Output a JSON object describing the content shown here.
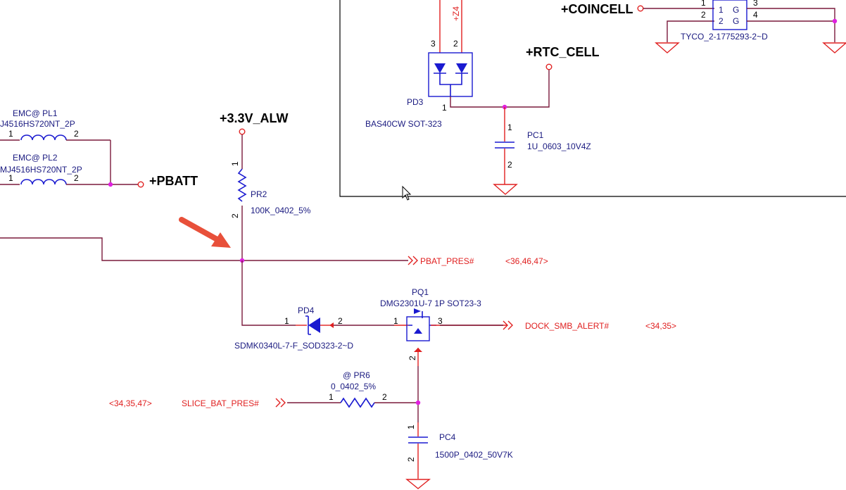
{
  "nets": {
    "v33_alw": "+3.3V_ALW",
    "pbatt": "+PBATT",
    "rtc_cell": "+RTC_CELL",
    "coincell": "+COINCELL"
  },
  "components": {
    "pl1": {
      "ref": "EMC@ PL1",
      "value": "J4516HS720NT_2P",
      "pin1": "1",
      "pin2": "2"
    },
    "pl2": {
      "ref": "EMC@ PL2",
      "value": "MJ4516HS720NT_2P",
      "pin1": "1",
      "pin2": "2"
    },
    "pr2": {
      "ref": "PR2",
      "value": "100K_0402_5%",
      "pin1": "1",
      "pin2": "2"
    },
    "pd3": {
      "ref": "PD3",
      "value": "BAS40CW SOT-323",
      "pin1": "1",
      "pin2": "2",
      "pin3": "3"
    },
    "pc1": {
      "ref": "PC1",
      "value": "1U_0603_10V4Z",
      "pin1": "1",
      "pin2": "2"
    },
    "tyco": {
      "value": "TYCO_2-1775293-2~D",
      "cells": [
        "1",
        "G",
        "2",
        "G"
      ],
      "pins": [
        "1",
        "2",
        "3",
        "4"
      ]
    },
    "pd4": {
      "ref": "PD4",
      "value": "SDMK0340L-7-F_SOD323-2~D",
      "pin1": "1",
      "pin2": "2"
    },
    "pq1": {
      "ref": "PQ1",
      "value": "DMG2301U-7 1P SOT23-3",
      "pin1": "1",
      "pin2": "2",
      "pin3": "3",
      "pin1_small": "1",
      "pin2_small": "2",
      "pin3_small": "3"
    },
    "pr6": {
      "ref": "@ PR6",
      "value": "0_0402_5%",
      "pin1": "1",
      "pin2": "2"
    },
    "pc4": {
      "ref": "PC4",
      "value": "1500P_0402_50V7K",
      "pin1": "1",
      "pin2": "2"
    }
  },
  "signals": {
    "pbat_pres": {
      "name": "PBAT_PRES#",
      "refs": "<36,46,47>"
    },
    "dock_smb_alert": {
      "name": "DOCK_SMB_ALERT#",
      "refs": "<34,35>"
    },
    "slice_bat_pres": {
      "name": "SLICE_BAT_PRES#",
      "refs": "<34,35,47>"
    }
  },
  "partial_label": "+Z4",
  "colors": {
    "wire": "#7a1a3c",
    "pin": "#e02020",
    "component": "#1a1ad0",
    "junction": "#e020e0",
    "arrow": "#e8503a"
  }
}
